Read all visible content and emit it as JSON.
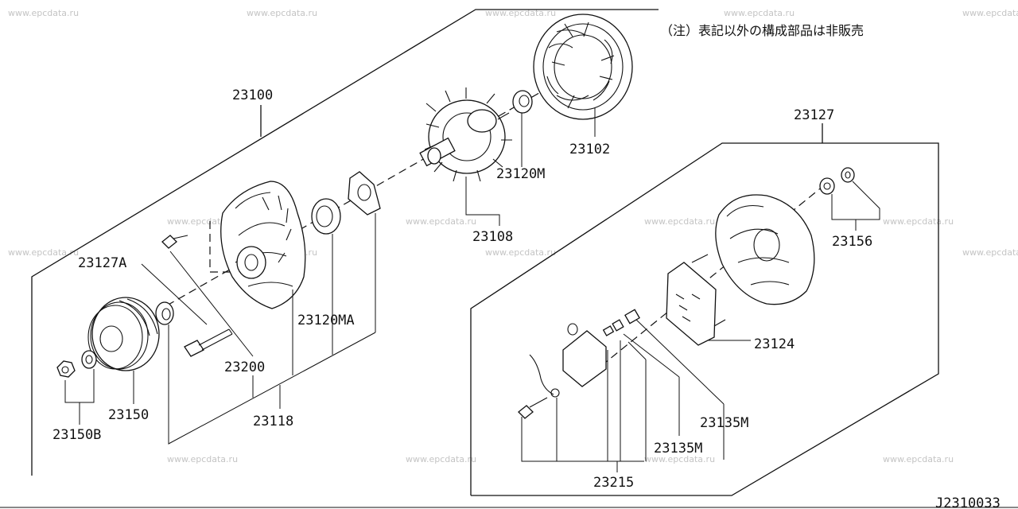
{
  "diagram": {
    "note": "（注）表記以外の構成部品は非販売",
    "drawing_id": "J2310033",
    "watermark": "www.epcdata.ru",
    "parts": {
      "p23100": "23100",
      "p23102": "23102",
      "p23120M": "23120M",
      "p23108": "23108",
      "p23127": "23127",
      "p23156": "23156",
      "p23124": "23124",
      "p23127A": "23127A",
      "p23120MA": "23120MA",
      "p23200": "23200",
      "p23150": "23150",
      "p23150B": "23150B",
      "p23118": "23118",
      "p23135M_a": "23135M",
      "p23135M_b": "23135M",
      "p23215": "23215"
    }
  }
}
